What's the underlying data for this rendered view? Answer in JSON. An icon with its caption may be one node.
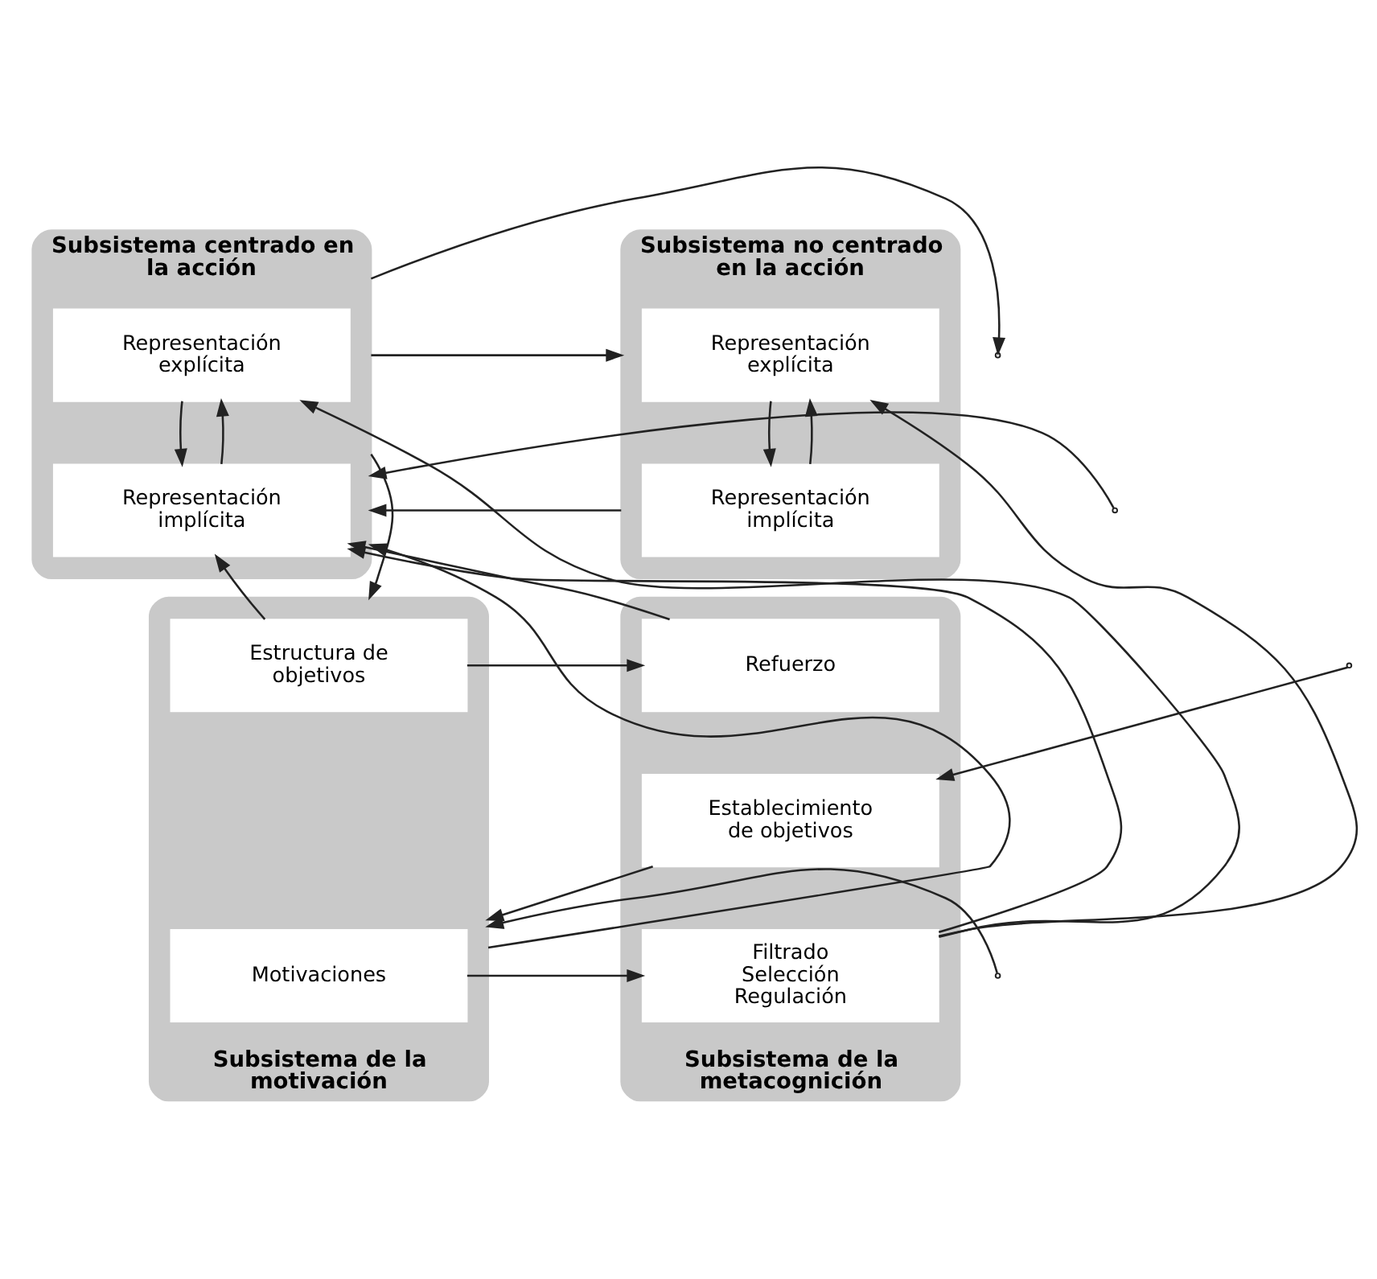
{
  "diagram": {
    "nodes": [
      {
        "text": [
          "Subsistema centrado en la acción"
        ]
      },
      {
        "text": [
          "Representación explícita"
        ],
        "in": 0
      },
      {
        "text": [
          "Representación implícita"
        ],
        "in": 0
      },
      {
        "text": [
          "Subsistema no centrado en la acción"
        ]
      },
      {
        "text": [
          "Representación explícita"
        ],
        "in": 3
      },
      {
        "text": [
          "Representación implícita"
        ],
        "in": 3
      },
      {
        "text": [
          "Subsistema de la motivación"
        ]
      },
      {
        "text": [
          "Estructura de objetivos"
        ],
        "in": 6
      },
      {
        "text": [
          "Motivaciones"
        ],
        "in": 6
      },
      {
        "text": [
          "Subsistema de la metacognición"
        ]
      },
      {
        "text": [
          "Refuerzo"
        ],
        "in": 9
      },
      {
        "text": [
          "Establecimiento de objetivos"
        ],
        "in": 9
      },
      {
        "text": [
          "Filtrado Selección Regulación"
        ],
        "in": 9
      }
    ],
    "edges": [
      {
        "from": null,
        "to": 0,
        "arrow": "to"
      },
      {
        "from": null,
        "to": 6,
        "arrow": "to"
      },
      {
        "from": null,
        "to": 11,
        "arrow": "to"
      },
      {
        "from": 1,
        "to": 2,
        "arrow": "to"
      },
      {
        "from": 2,
        "to": 1,
        "arrow": "to"
      },
      {
        "from": 0,
        "to": 3,
        "arrow": "to"
      },
      {
        "from": 3,
        "to": 0,
        "arrow": "to"
      },
      {
        "from": 4,
        "to": 5,
        "arrow": "to"
      },
      {
        "from": 5,
        "to": 4,
        "arrow": "to"
      },
      {
        "from": 0,
        "to": null,
        "arrow": "to"
      },
      {
        "from": 0,
        "to": 6,
        "arrow": "to"
      },
      {
        "from": 6,
        "to": 0,
        "arrow": "to"
      },
      {
        "from": 7,
        "to": 2,
        "arrow": "to"
      },
      {
        "from": 7,
        "to": 10,
        "arrow": "to"
      },
      {
        "from": 8,
        "to": 12,
        "arrow": "to"
      },
      {
        "from": 10,
        "to": 2,
        "arrow": "to"
      },
      {
        "from": 11,
        "to": 6,
        "arrow": "to"
      },
      {
        "from": 12,
        "to": 1,
        "arrow": "to"
      },
      {
        "from": 12,
        "to": 2,
        "arrow": "to"
      },
      {
        "from": 12,
        "to": 4,
        "arrow": "to"
      }
    ]
  }
}
